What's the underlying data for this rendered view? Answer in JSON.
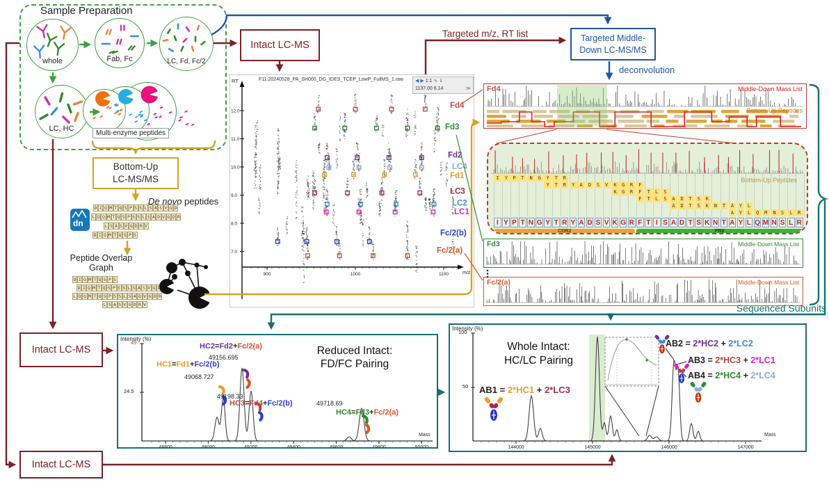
{
  "colors": {
    "workflow_red": "#7d2027",
    "workflow_gold": "#d6a323",
    "workflow_blue": "#2155a4",
    "workflow_teal": "#167070",
    "prep_green": "#3fa03f"
  },
  "sample_prep": {
    "title": "Sample Preparation",
    "whole": "whole",
    "fab_fc": "Fab, Fc",
    "lc_fd_fc2": "LC, Fd, Fc/2",
    "lc_hc": "LC, HC",
    "multi_enzyme": "Multi-enzyme peptides"
  },
  "boxes": {
    "intact_top": "Intact LC-MS",
    "intact_mid": "Intact LC-MS",
    "intact_bottom": "Intact LC-MS",
    "bottom_up": [
      "Bottom-Up",
      "LC-MS/MS"
    ],
    "targeted": [
      "Targeted Middle-",
      "Down LC-MS/MS"
    ]
  },
  "flow": {
    "targeted_list": "Targeted m/z, RT list",
    "deconvolution": "deconvolution",
    "de_novo_italic": "De novo",
    "de_novo_rest": " peptides",
    "overlap": [
      "Peptide Overlap",
      "Graph"
    ],
    "dn": "dn",
    "sequenced": "Sequenced Subunits"
  },
  "peptides": {
    "de_novo": [
      "DIQMTQSPSSLSASVGD",
      "LDQMTQSPSSLSADVGDR",
      "LSASVGDRV",
      "DIQMTQSPS"
    ],
    "overlap": [
      "DIQMTQSPS",
      "DIQMTQSPSSLSASVGD",
      "LDQMTQSPSSLSADVGDR",
      "LSASVGDRV"
    ]
  },
  "chromatogram": {
    "file": "F11:20240528_PA_SH000_DG_IDES_TCEP_LowP_FullMS_1.raw",
    "toolbar": {
      "prev": "◀",
      "next": "▶",
      "scale": "1:1",
      "peak_icon": "∿",
      "export_icon": "⇓",
      "mz": "1137.00",
      "rt": "6.14",
      "chevrons": "≫"
    },
    "y_label": "RT",
    "x_label": "m/z",
    "y_ticks": [
      "12.0",
      "11.0",
      "10.0",
      "9.0",
      "8.0",
      "7.0"
    ],
    "x_ticks": [
      "900",
      "1000",
      "1100"
    ],
    "series": [
      {
        "name": "Fd4",
        "color": "#c0504d",
        "rt": 12.05,
        "mz": [
          958,
          1000,
          1041,
          1079
        ],
        "lx": 316,
        "dy": -6
      },
      {
        "name": "Fd3",
        "color": "#2e8b2e",
        "rt": 11.38,
        "mz": [
          954,
          988,
          1024,
          1059,
          1093
        ],
        "lx": 309,
        "dy": -2
      },
      {
        "name": "Fd2",
        "color": "#7030a0",
        "rt": 10.33,
        "mz": [
          968,
          1002,
          1038,
          1075
        ],
        "lx": 313,
        "dy": -4
      },
      {
        "name": "LC4",
        "color": "#8ea9db",
        "rt": 9.98,
        "mz": [
          970,
          1004,
          1039,
          1075
        ],
        "lx": 319,
        "dy": -2
      },
      {
        "name": "Fd1",
        "color": "#ed9c28",
        "rt": 9.73,
        "mz": [
          965,
          998,
          1033,
          1068
        ],
        "lx": 316,
        "dy": 1
      },
      {
        "name": "LC3",
        "color": "#a62b4d",
        "rt": 9.08,
        "mz": [
          954,
          991,
          1030,
          1073
        ],
        "lx": 316,
        "dy": -3
      },
      {
        "name": "LC2",
        "color": "#3b8ede",
        "rt": 8.68,
        "mz": [
          968,
          1006,
          1046,
          1089
        ],
        "lx": 319,
        "dy": -2
      },
      {
        "name": "LC1",
        "color": "#e320c8",
        "rt": 8.4,
        "mz": [
          967,
          1004,
          1045,
          1088
        ],
        "lx": 322,
        "dy": -1
      },
      {
        "name": "Fc/2(b)",
        "color": "#2b3fd6",
        "rt": 7.35,
        "mz": [
          912,
          945,
          979,
          1016
        ],
        "lx": 302,
        "dy": -13
      },
      {
        "name": "Fc/2(a)",
        "color": "#de5226",
        "rt": 6.85,
        "mz": [
          946,
          982,
          1020,
          1059
        ],
        "lx": 297,
        "dy": -8
      }
    ]
  },
  "panels": {
    "fd4": {
      "name": "Fd4",
      "mass_list": "Middle-Down Mass List",
      "peptides": "Bottom-Up Peptides"
    },
    "fd3": {
      "name": "Fd3",
      "mass_list": "Middle-Down Mass List"
    },
    "fc2a": {
      "name": "Fc/2(a)",
      "mass_list": "Middle-Down Mass List"
    }
  },
  "zoom_panel": {
    "peptides_label": "Bottom-Up Peptides",
    "sequence": "IYPTNGYTRYADSVKGRFTISADTSKNTAYLQMNSLR",
    "fragments": [
      {
        "start": 0,
        "groups": [
          "I",
          "YPT",
          "N",
          "G",
          "Y",
          "T",
          "R"
        ]
      },
      {
        "start": 6,
        "groups": [
          "Y",
          "T",
          "R",
          "YA",
          "D",
          "S",
          "V",
          "KGR",
          "F"
        ]
      },
      {
        "start": 14,
        "groups": [
          "KGR",
          "F",
          "TL",
          "S"
        ]
      },
      {
        "start": 17,
        "groups": [
          "F",
          "TL",
          "S",
          "A",
          "D",
          "T",
          "S",
          "K"
        ]
      },
      {
        "start": 21,
        "groups": [
          "A",
          "D",
          "T",
          "S",
          "K",
          "N",
          "T",
          "A",
          "Y",
          "L"
        ]
      },
      {
        "start": 28,
        "groups": [
          "A",
          "Y",
          "L",
          "Q",
          "M",
          "NS",
          "LR"
        ]
      }
    ],
    "regions": [
      {
        "label": "CDR2",
        "color": "#e8a33d",
        "text_color": "#5a3c00",
        "start": 0,
        "end": 17
      },
      {
        "label": "FR3",
        "color": "#39b339",
        "text_color": "#123f12",
        "start": 17,
        "end": 37
      }
    ]
  },
  "reduced": {
    "title": [
      "Reduced Intact:",
      "FD/FC Pairing"
    ],
    "y_label": "Intensity (%)",
    "y_max": "49",
    "y_mid": "24.5",
    "x_label": "Mass",
    "x_ticks": [
      "48800",
      "49000",
      "49200",
      "49400",
      "49600",
      "49800",
      "50000"
    ],
    "peaks": [
      {
        "mass_label": "49068.727",
        "pair": [
          {
            "t": "HC1",
            "c": "#ed9c28"
          },
          {
            "t": "=",
            "c": "#222222"
          },
          {
            "t": "Fd1",
            "c": "#ed9c28"
          },
          {
            "t": "+",
            "c": "#222222"
          },
          {
            "t": "Fc/2(b)",
            "c": "#2b3fd6"
          }
        ]
      },
      {
        "mass_label": "49156.695",
        "pair": [
          {
            "t": "HC2",
            "c": "#7030a0"
          },
          {
            "t": "=",
            "c": "#222222"
          },
          {
            "t": "Fd2",
            "c": "#7030a0"
          },
          {
            "t": "+",
            "c": "#222222"
          },
          {
            "t": "Fc/2(a)",
            "c": "#de5226"
          }
        ]
      },
      {
        "mass_label": "49198.33",
        "pair": [
          {
            "t": "HC3",
            "c": "#b5483f"
          },
          {
            "t": "=",
            "c": "#222222"
          },
          {
            "t": "Fd4",
            "c": "#c0504d"
          },
          {
            "t": "+",
            "c": "#222222"
          },
          {
            "t": "Fc/2(b)",
            "c": "#2b3fd6"
          }
        ]
      },
      {
        "mass_label": "49718.69",
        "pair": [
          {
            "t": "HC4",
            "c": "#2e8b2e"
          },
          {
            "t": "=",
            "c": "#222222"
          },
          {
            "t": "Fd3",
            "c": "#2e8b2e"
          },
          {
            "t": "+",
            "c": "#222222"
          },
          {
            "t": "Fc/2(a)",
            "c": "#de5226"
          }
        ]
      }
    ]
  },
  "whole": {
    "title": [
      "Whole Intact:",
      "HC/LC Pairing"
    ],
    "y_label": "Intensity (%)",
    "y_max": "100",
    "y_mid": "50",
    "x_label": "Mass",
    "x_ticks": [
      "144000",
      "145000",
      "146000",
      "147000"
    ],
    "abs": [
      {
        "parts": [
          {
            "t": "AB1 = ",
            "c": "#222222"
          },
          {
            "t": "2*HC1",
            "c": "#ed9c28"
          },
          {
            "t": " + ",
            "c": "#222222"
          },
          {
            "t": "2*LC3",
            "c": "#a62b4d"
          }
        ]
      },
      {
        "parts": [
          {
            "t": "AB2 = ",
            "c": "#222222"
          },
          {
            "t": "2*HC2",
            "c": "#7030a0"
          },
          {
            "t": " + ",
            "c": "#222222"
          },
          {
            "t": "2*LC2",
            "c": "#3b8ede"
          }
        ]
      },
      {
        "parts": [
          {
            "t": "AB3 = ",
            "c": "#222222"
          },
          {
            "t": "2*HC3",
            "c": "#b5483f"
          },
          {
            "t": " + ",
            "c": "#222222"
          },
          {
            "t": "2*LC1",
            "c": "#e320c8"
          }
        ]
      },
      {
        "parts": [
          {
            "t": "AB4 = ",
            "c": "#222222"
          },
          {
            "t": "2*HC4",
            "c": "#2e8b2e"
          },
          {
            "t": " + ",
            "c": "#222222"
          },
          {
            "t": "2*LC4",
            "c": "#8ea9db"
          }
        ]
      }
    ]
  }
}
